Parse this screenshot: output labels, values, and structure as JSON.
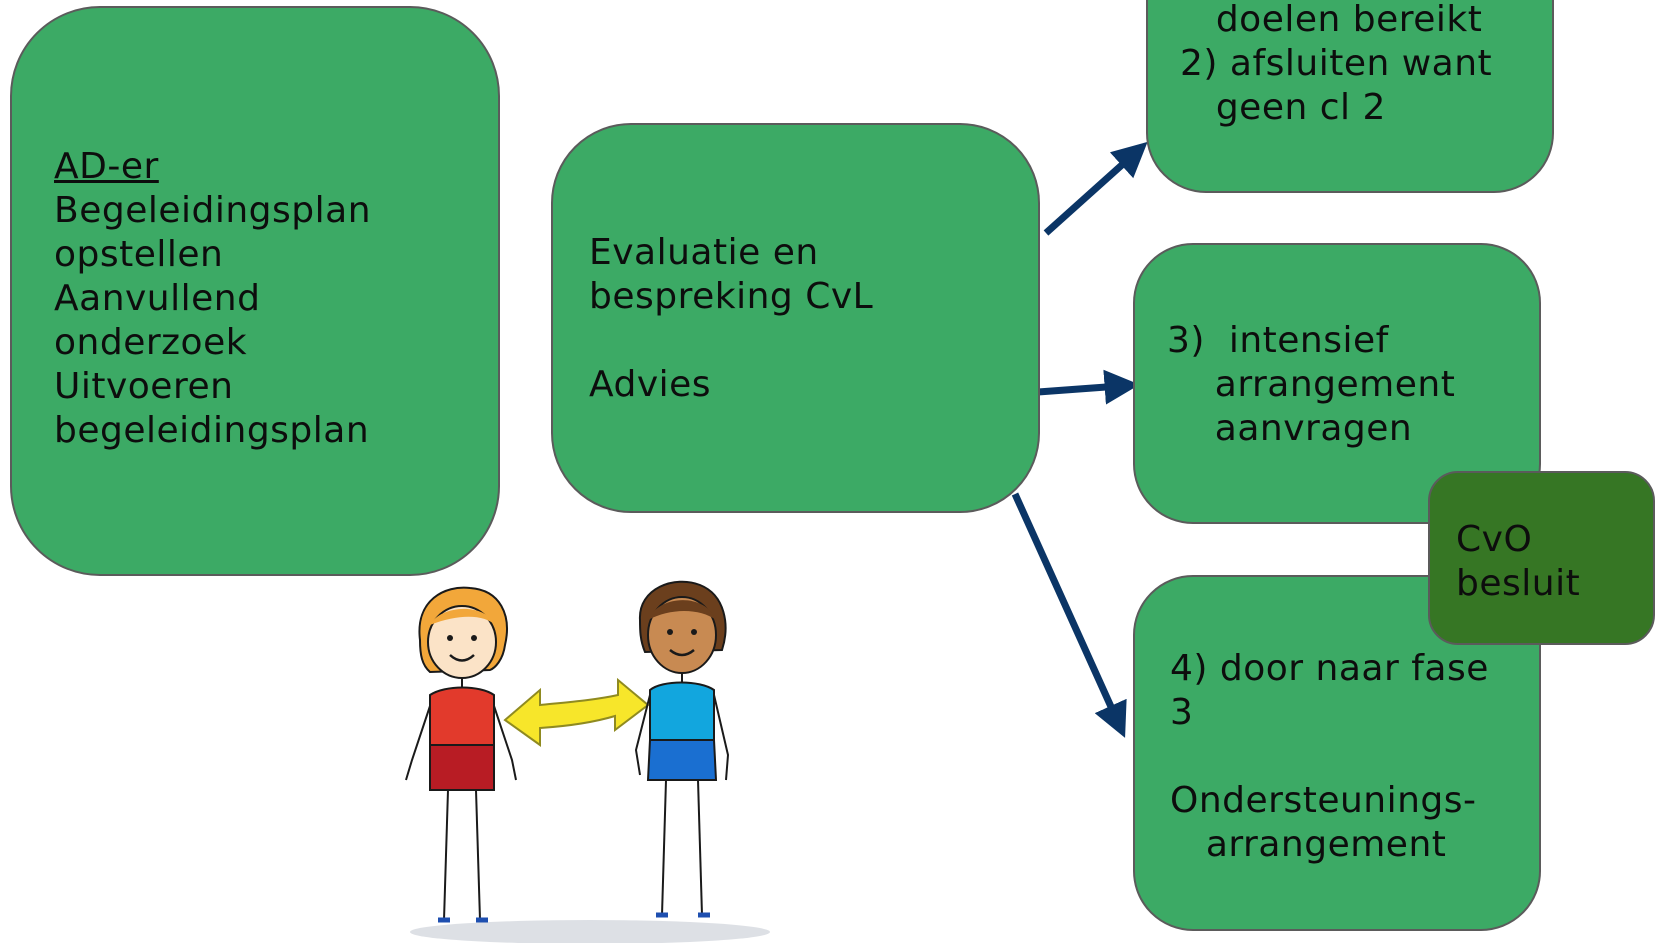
{
  "boxes": {
    "begeleiding": {
      "heading": "AD-er",
      "lines": [
        "Begeleidingsplan",
        "opstellen",
        "Aanvullend",
        "onderzoek",
        "Uitvoeren",
        "begeleidingsplan"
      ]
    },
    "evaluatie": {
      "line1": "Evaluatie en",
      "line2": "bespreking CvL",
      "line3": "Advies"
    },
    "afsluiten": {
      "line1": "   doelen bereikt",
      "line2": "2) afsluiten want",
      "line3": "   geen cl 2"
    },
    "intensief": {
      "line1": "3)  intensief",
      "line2": "    arrangement",
      "line3": "    aanvragen"
    },
    "fase3": {
      "line1": "4) door naar fase",
      "line2": "3",
      "line3": "Ondersteunings-",
      "line4": "   arrangement"
    },
    "cvo": {
      "line1": "CvO",
      "line2": "besluit"
    }
  },
  "colors": {
    "box_green": "#3caa65",
    "box_dark_green": "#367624",
    "arrow_navy": "#0b3566",
    "exchange_arrow_yellow": "#f7e62a"
  },
  "icons": {
    "illustration": "two-people-exchange-icon"
  }
}
